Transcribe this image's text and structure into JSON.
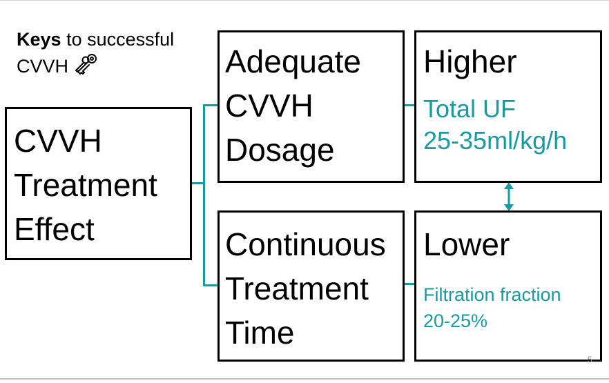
{
  "heading": {
    "bold": "Keys",
    "rest": "to successful",
    "line2": "CVVH",
    "icon": "keys-icon"
  },
  "effect_box": {
    "lines": [
      "CVVH",
      "Treatment",
      "Effect"
    ]
  },
  "dosage_box": {
    "lines": [
      "Adequate",
      "CVVH",
      "Dosage"
    ]
  },
  "time_box": {
    "lines": [
      "Continuous",
      "Treatment",
      "Time"
    ]
  },
  "higher_box": {
    "title": "Higher",
    "detail_lines": [
      "Total UF",
      "25-35ml/kg/h"
    ]
  },
  "lower_box": {
    "title": "Lower",
    "detail_lines": [
      "Filtration fraction",
      "20-25%"
    ]
  },
  "page_number": "5",
  "colors": {
    "accent": "#1a9aa0",
    "border": "#000000"
  }
}
